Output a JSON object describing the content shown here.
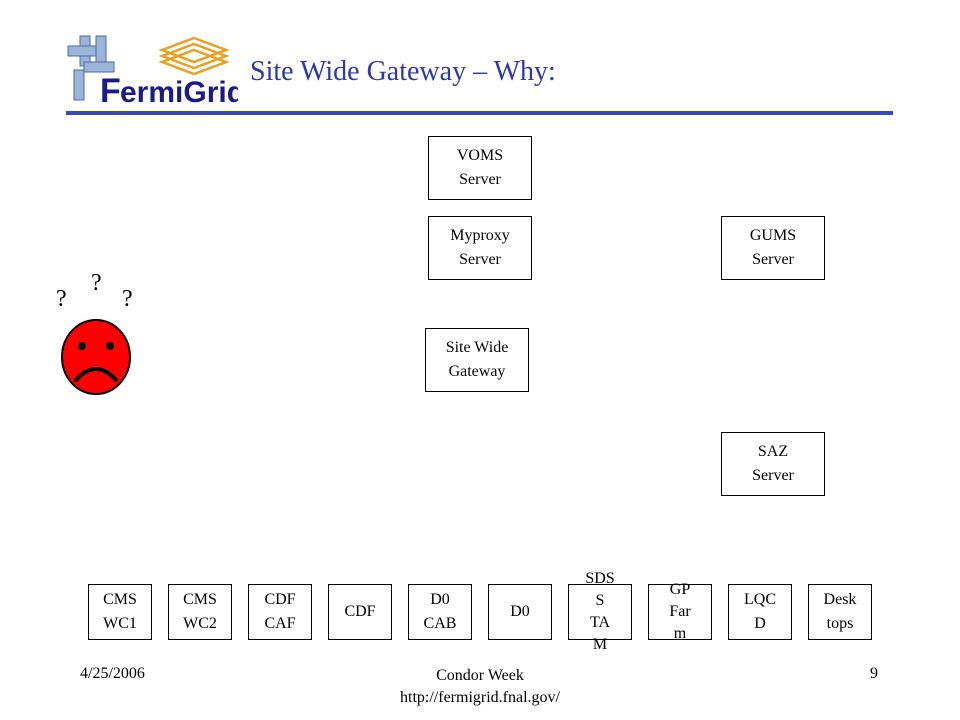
{
  "slide": {
    "title": "Site Wide Gateway – Why:",
    "logo_text": "FermiGrid"
  },
  "servers": {
    "voms": "VOMS\nServer",
    "myproxy": "Myproxy\nServer",
    "gums": "GUMS\nServer",
    "gateway": "Site Wide\nGateway",
    "saz": "SAZ\nServer"
  },
  "question_marks": [
    "?",
    "?",
    "?"
  ],
  "clusters": [
    "CMS\nWC1",
    "CMS\nWC2",
    "CDF\nCAF",
    "CDF",
    "D0\nCAB",
    "D0",
    "SDS\nS\nTA\nM",
    "GP\nFar\nm",
    "LQC\nD",
    "Desk\ntops"
  ],
  "footer": {
    "date": "4/25/2006",
    "event": "Condor Week",
    "url": "http://fermigrid.fnal.gov/",
    "page": "9"
  },
  "colors": {
    "title": "#2b3aa8",
    "rule": "#3848b8",
    "face": "#ff0000"
  }
}
